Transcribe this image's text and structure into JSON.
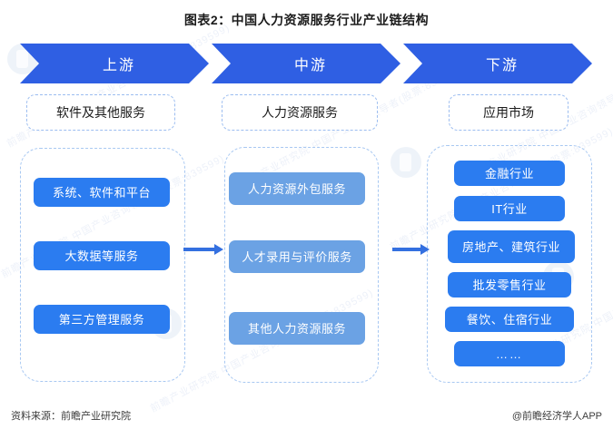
{
  "title": "图表2：中国人力资源服务行业产业链结构",
  "stages": [
    {
      "label": "上游"
    },
    {
      "label": "中游"
    },
    {
      "label": "下游"
    }
  ],
  "subheads": [
    {
      "label": "软件及其他服务"
    },
    {
      "label": "人力资源服务"
    },
    {
      "label": "应用市场"
    }
  ],
  "columns": {
    "upstream": {
      "items": [
        {
          "label": "系统、软件和平台"
        },
        {
          "label": "大数据等服务"
        },
        {
          "label": "第三方管理服务"
        }
      ]
    },
    "midstream": {
      "items": [
        {
          "label": "人力资源外包服务"
        },
        {
          "label": "人才录用与评价服务"
        },
        {
          "label": "其他人力资源服务"
        }
      ]
    },
    "downstream": {
      "items": [
        {
          "label": "金融行业"
        },
        {
          "label": "IT行业"
        },
        {
          "label": "房地产、建筑行业"
        },
        {
          "label": "批发零售行业"
        },
        {
          "label": "餐饮、住宿行业"
        },
        {
          "label": "……"
        }
      ]
    }
  },
  "footer": {
    "source": "资料来源：前瞻产业研究院",
    "brand": "@前瞻经济学人APP"
  },
  "watermark": {
    "text": "前瞻产业研究院 中国产业咨询领导者(股票:839599)"
  },
  "colors": {
    "chevron_blue": "#2f5fe3",
    "item_blue": "#2b7cf0",
    "item_light_blue": "#6ba2e4",
    "dashed_border": "#a8c8f2",
    "arrow_blue": "#3470e0"
  }
}
